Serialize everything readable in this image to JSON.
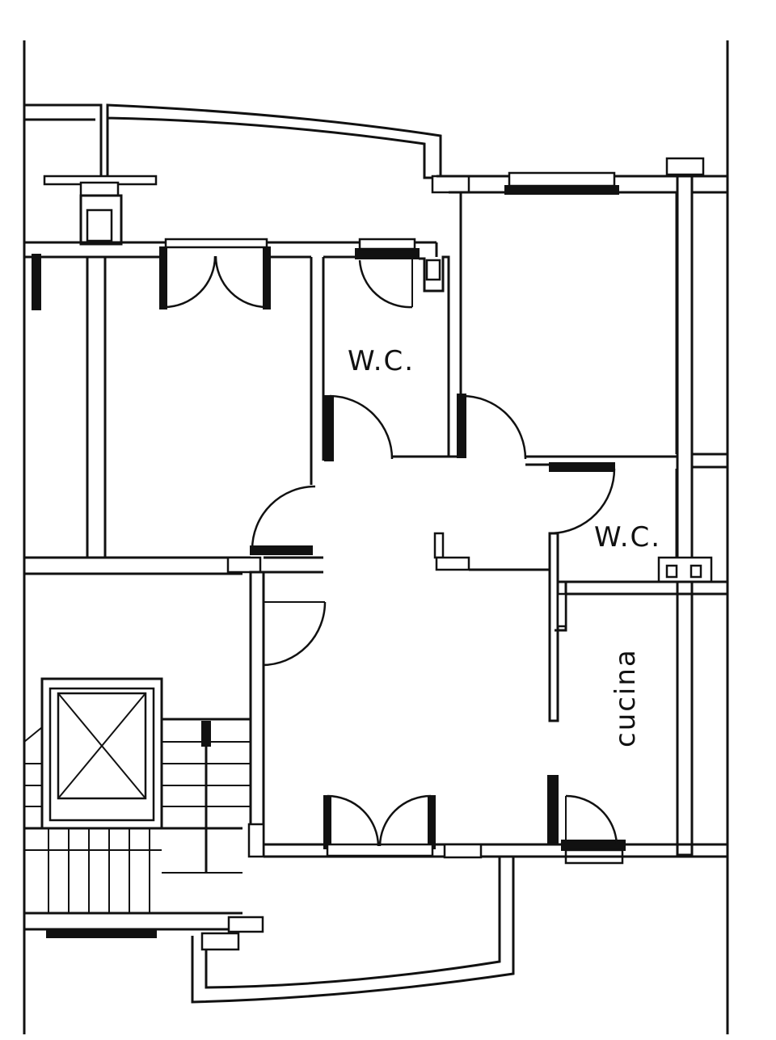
{
  "plan": {
    "labels": {
      "wc_upper": "W.C.",
      "wc_right": "W.C.",
      "kitchen": "cucina"
    }
  }
}
